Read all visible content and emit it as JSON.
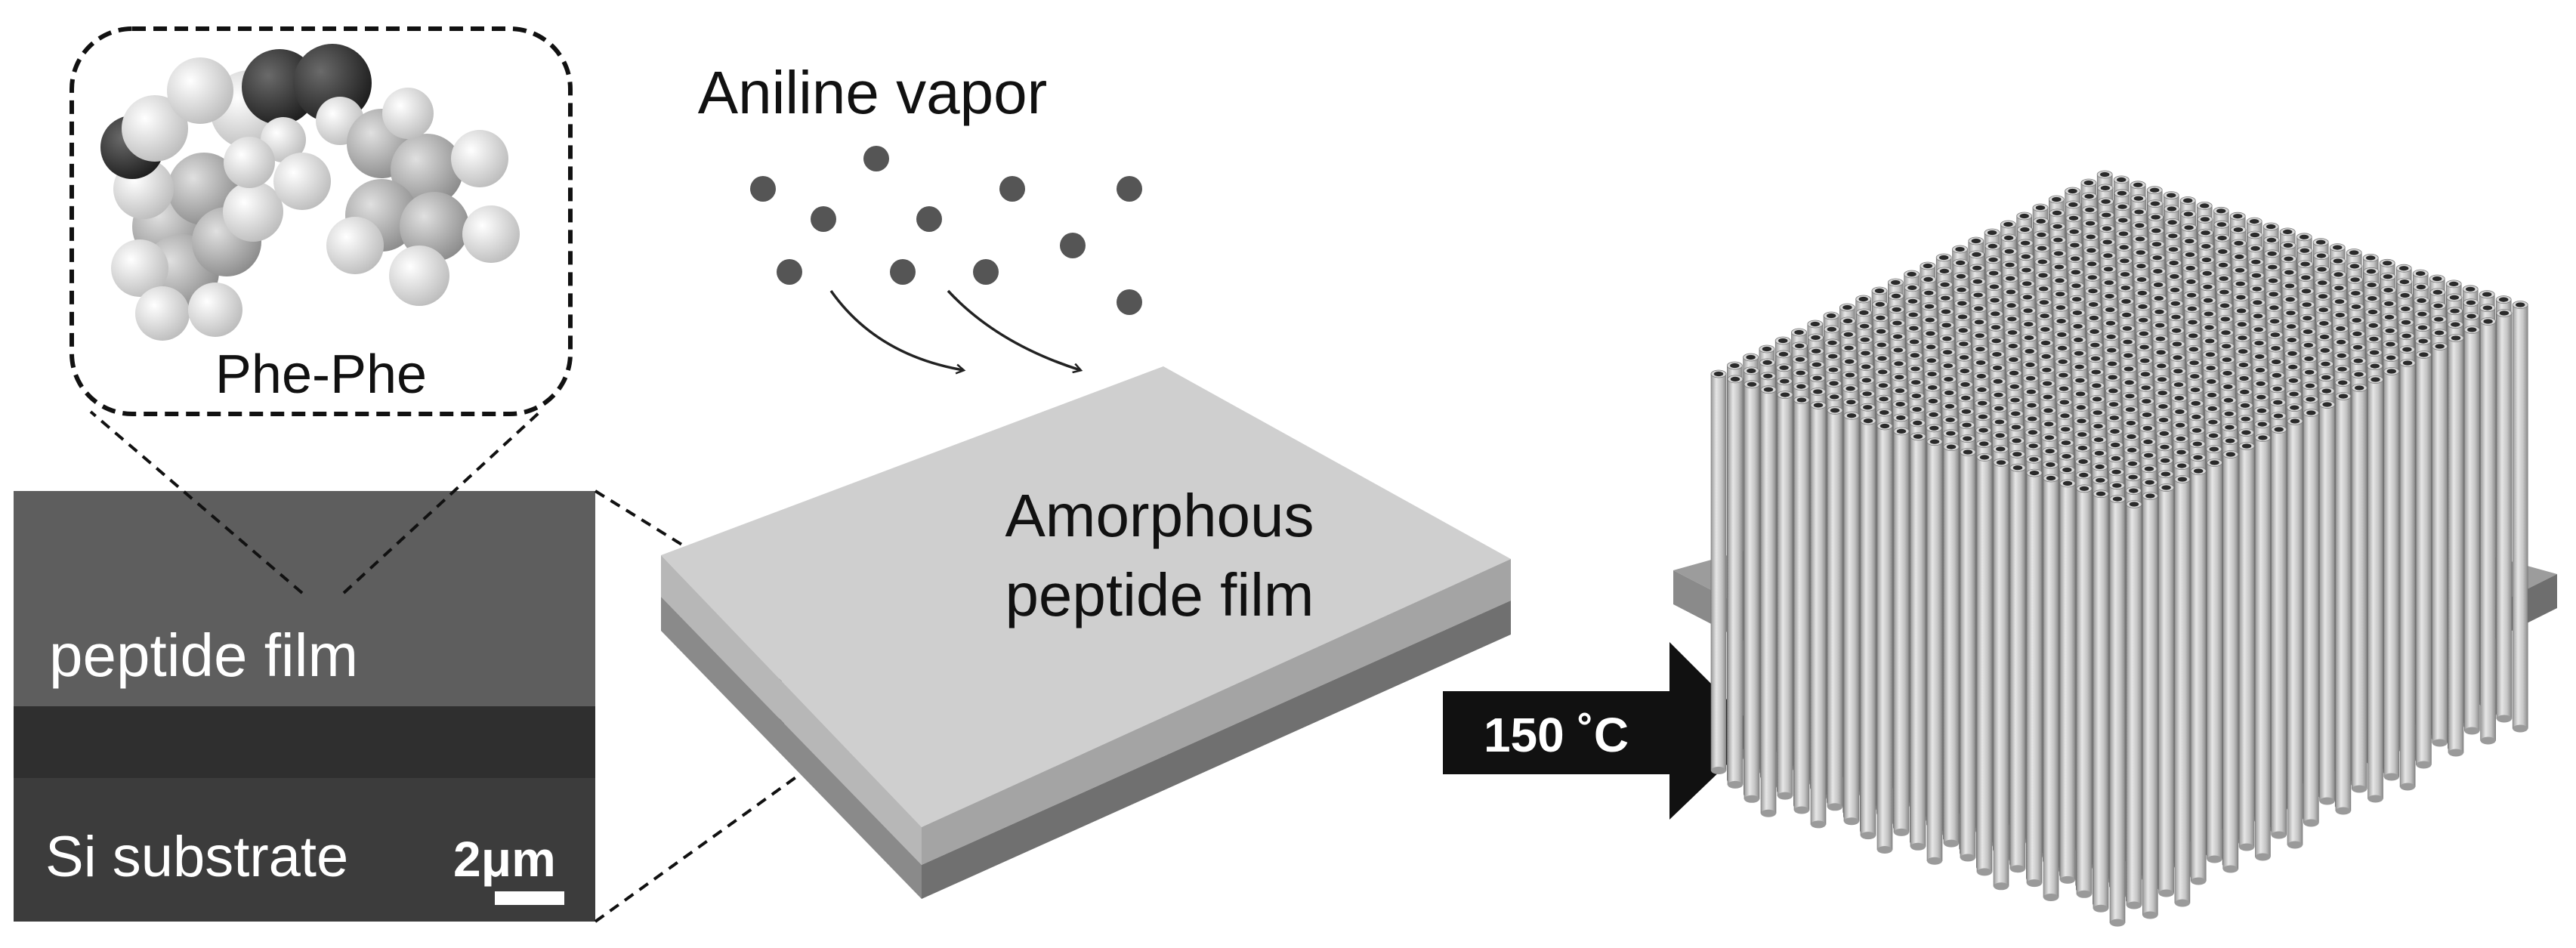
{
  "labels": {
    "molecule": "Phe-Phe",
    "vapor": "Aniline vapor",
    "film_line1": "Amorphous",
    "film_line2": "peptide film",
    "sem_film": "peptide film",
    "sem_substrate": "Si substrate",
    "scale_bar": "2μm",
    "arrow": "150 ˚C"
  },
  "colors": {
    "sem_dark": "#3a3a3a",
    "sem_film": "#5e5e5e",
    "film_top": "#cfcfcf",
    "film_side": "#a9a9a9",
    "substrate": "#7d7d7d",
    "arrow": "#111111",
    "vapor_dot": "#555555"
  }
}
